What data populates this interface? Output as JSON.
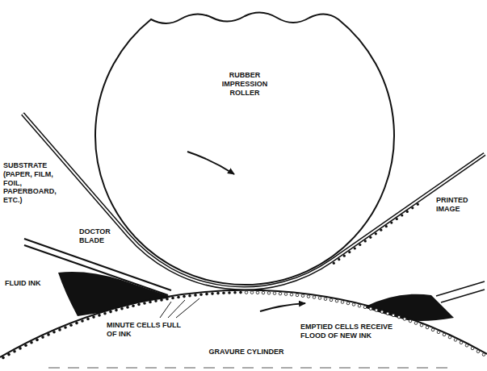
{
  "diagram": {
    "nodes": [
      {
        "text": [
          "RUBBER IMPRESSION ROLLER"
        ]
      },
      {
        "text": [
          "GRAVURE CYLINDER"
        ]
      }
    ],
    "labels": [
      "SUBSTRATE (PAPER, FILM, FOIL, PAPERBOARD, ETC.)",
      "PRINTED IMAGE",
      "DOCTOR BLADE",
      "FLUID INK",
      "MINUTE CELLS FULL OF INK",
      "EMPTIED CELLS RECEIVE FLOOD OF NEW INK"
    ]
  }
}
